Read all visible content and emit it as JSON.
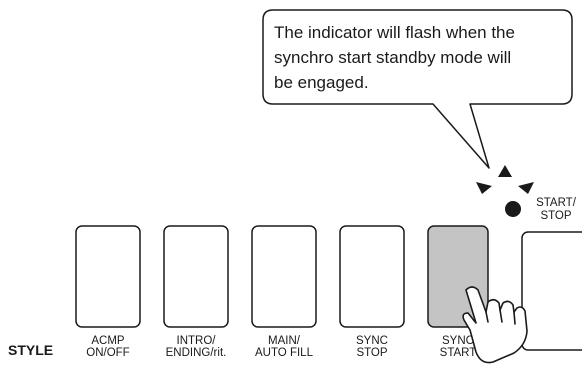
{
  "callout": {
    "lines": [
      "The indicator will flash when the",
      "synchro start standby mode will",
      "be engaged."
    ]
  },
  "style_label": "STYLE",
  "buttons": [
    {
      "line1": "ACMP",
      "line2": "ON/OFF",
      "active": false
    },
    {
      "line1": "INTRO/",
      "line2": "ENDING/rit.",
      "active": false
    },
    {
      "line1": "MAIN/",
      "line2": "AUTO FILL",
      "active": false
    },
    {
      "line1": "SYNC",
      "line2": "STOP",
      "active": false
    },
    {
      "line1": "SYNC",
      "line2": "START",
      "active": true
    }
  ],
  "start_stop": {
    "line1": "START/",
    "line2": "STOP"
  },
  "colors": {
    "active_button": "#c4c4c4",
    "stroke": "#1a1a1a",
    "background": "#ffffff"
  },
  "icons": {
    "indicator": "indicator-dot-icon",
    "flash": "flash-arrows-icon",
    "finger": "pressing-hand-icon"
  }
}
